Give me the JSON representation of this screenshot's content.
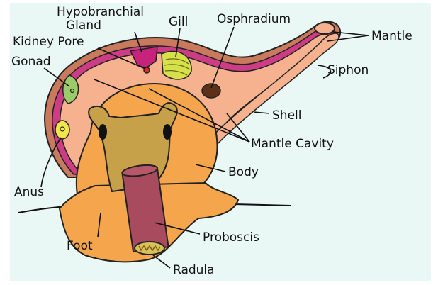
{
  "labels": {
    "hypobranchial_line1": "Hypobranchial",
    "hypobranchial_line2": "Gland",
    "gill": "Gill",
    "osphradium": "Osphradium",
    "kidney_pore": "Kidney Pore",
    "gonad": "Gonad",
    "mantle": "Mantle",
    "siphon": "Siphon",
    "shell": "Shell",
    "mantle_cavity": "Mantle Cavity",
    "body": "Body",
    "anus": "Anus",
    "foot": "Foot",
    "proboscis": "Proboscis",
    "radula": "Radula"
  },
  "colors": {
    "background": "#e9f7f5",
    "shell": "#c97a5d",
    "mantle_band": "#cc3d86",
    "cavity": "#f6b18f",
    "body": "#f5a64d",
    "head": "#c6a149",
    "hypobranchial_gland": "#c8237a",
    "gill": "#d6e04a",
    "osphradium": "#5c3118",
    "gonad": "#9ccc6a",
    "anus_organ": "#f2e64a",
    "proboscis": "#a94b5e",
    "radula": "#d8c05a"
  }
}
